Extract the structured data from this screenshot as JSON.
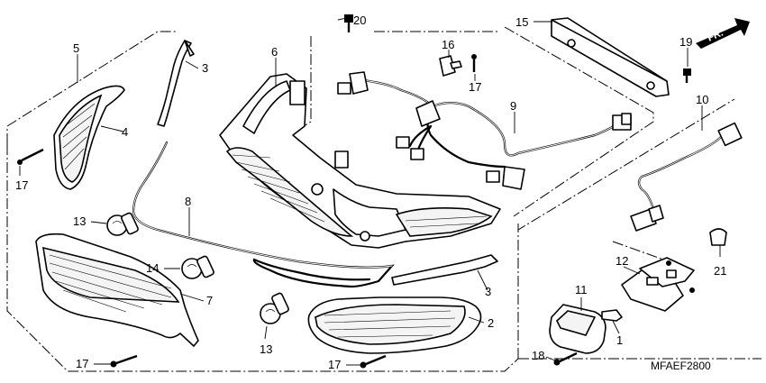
{
  "diagram": {
    "code": "MFAEF2800",
    "direction_badge": "FR.",
    "callouts": {
      "c1": "1",
      "c2": "2",
      "c3a": "3",
      "c3b": "3",
      "c4": "4",
      "c5": "5",
      "c6": "6",
      "c7": "7",
      "c8": "8",
      "c9": "9",
      "c10": "10",
      "c11": "11",
      "c12": "12",
      "c13a": "13",
      "c13b": "13",
      "c14": "14",
      "c15": "15",
      "c16": "16",
      "c17a": "17",
      "c17b": "17",
      "c17c": "17",
      "c17d": "17",
      "c18": "18",
      "c19": "19",
      "c20": "20",
      "c21": "21"
    }
  }
}
